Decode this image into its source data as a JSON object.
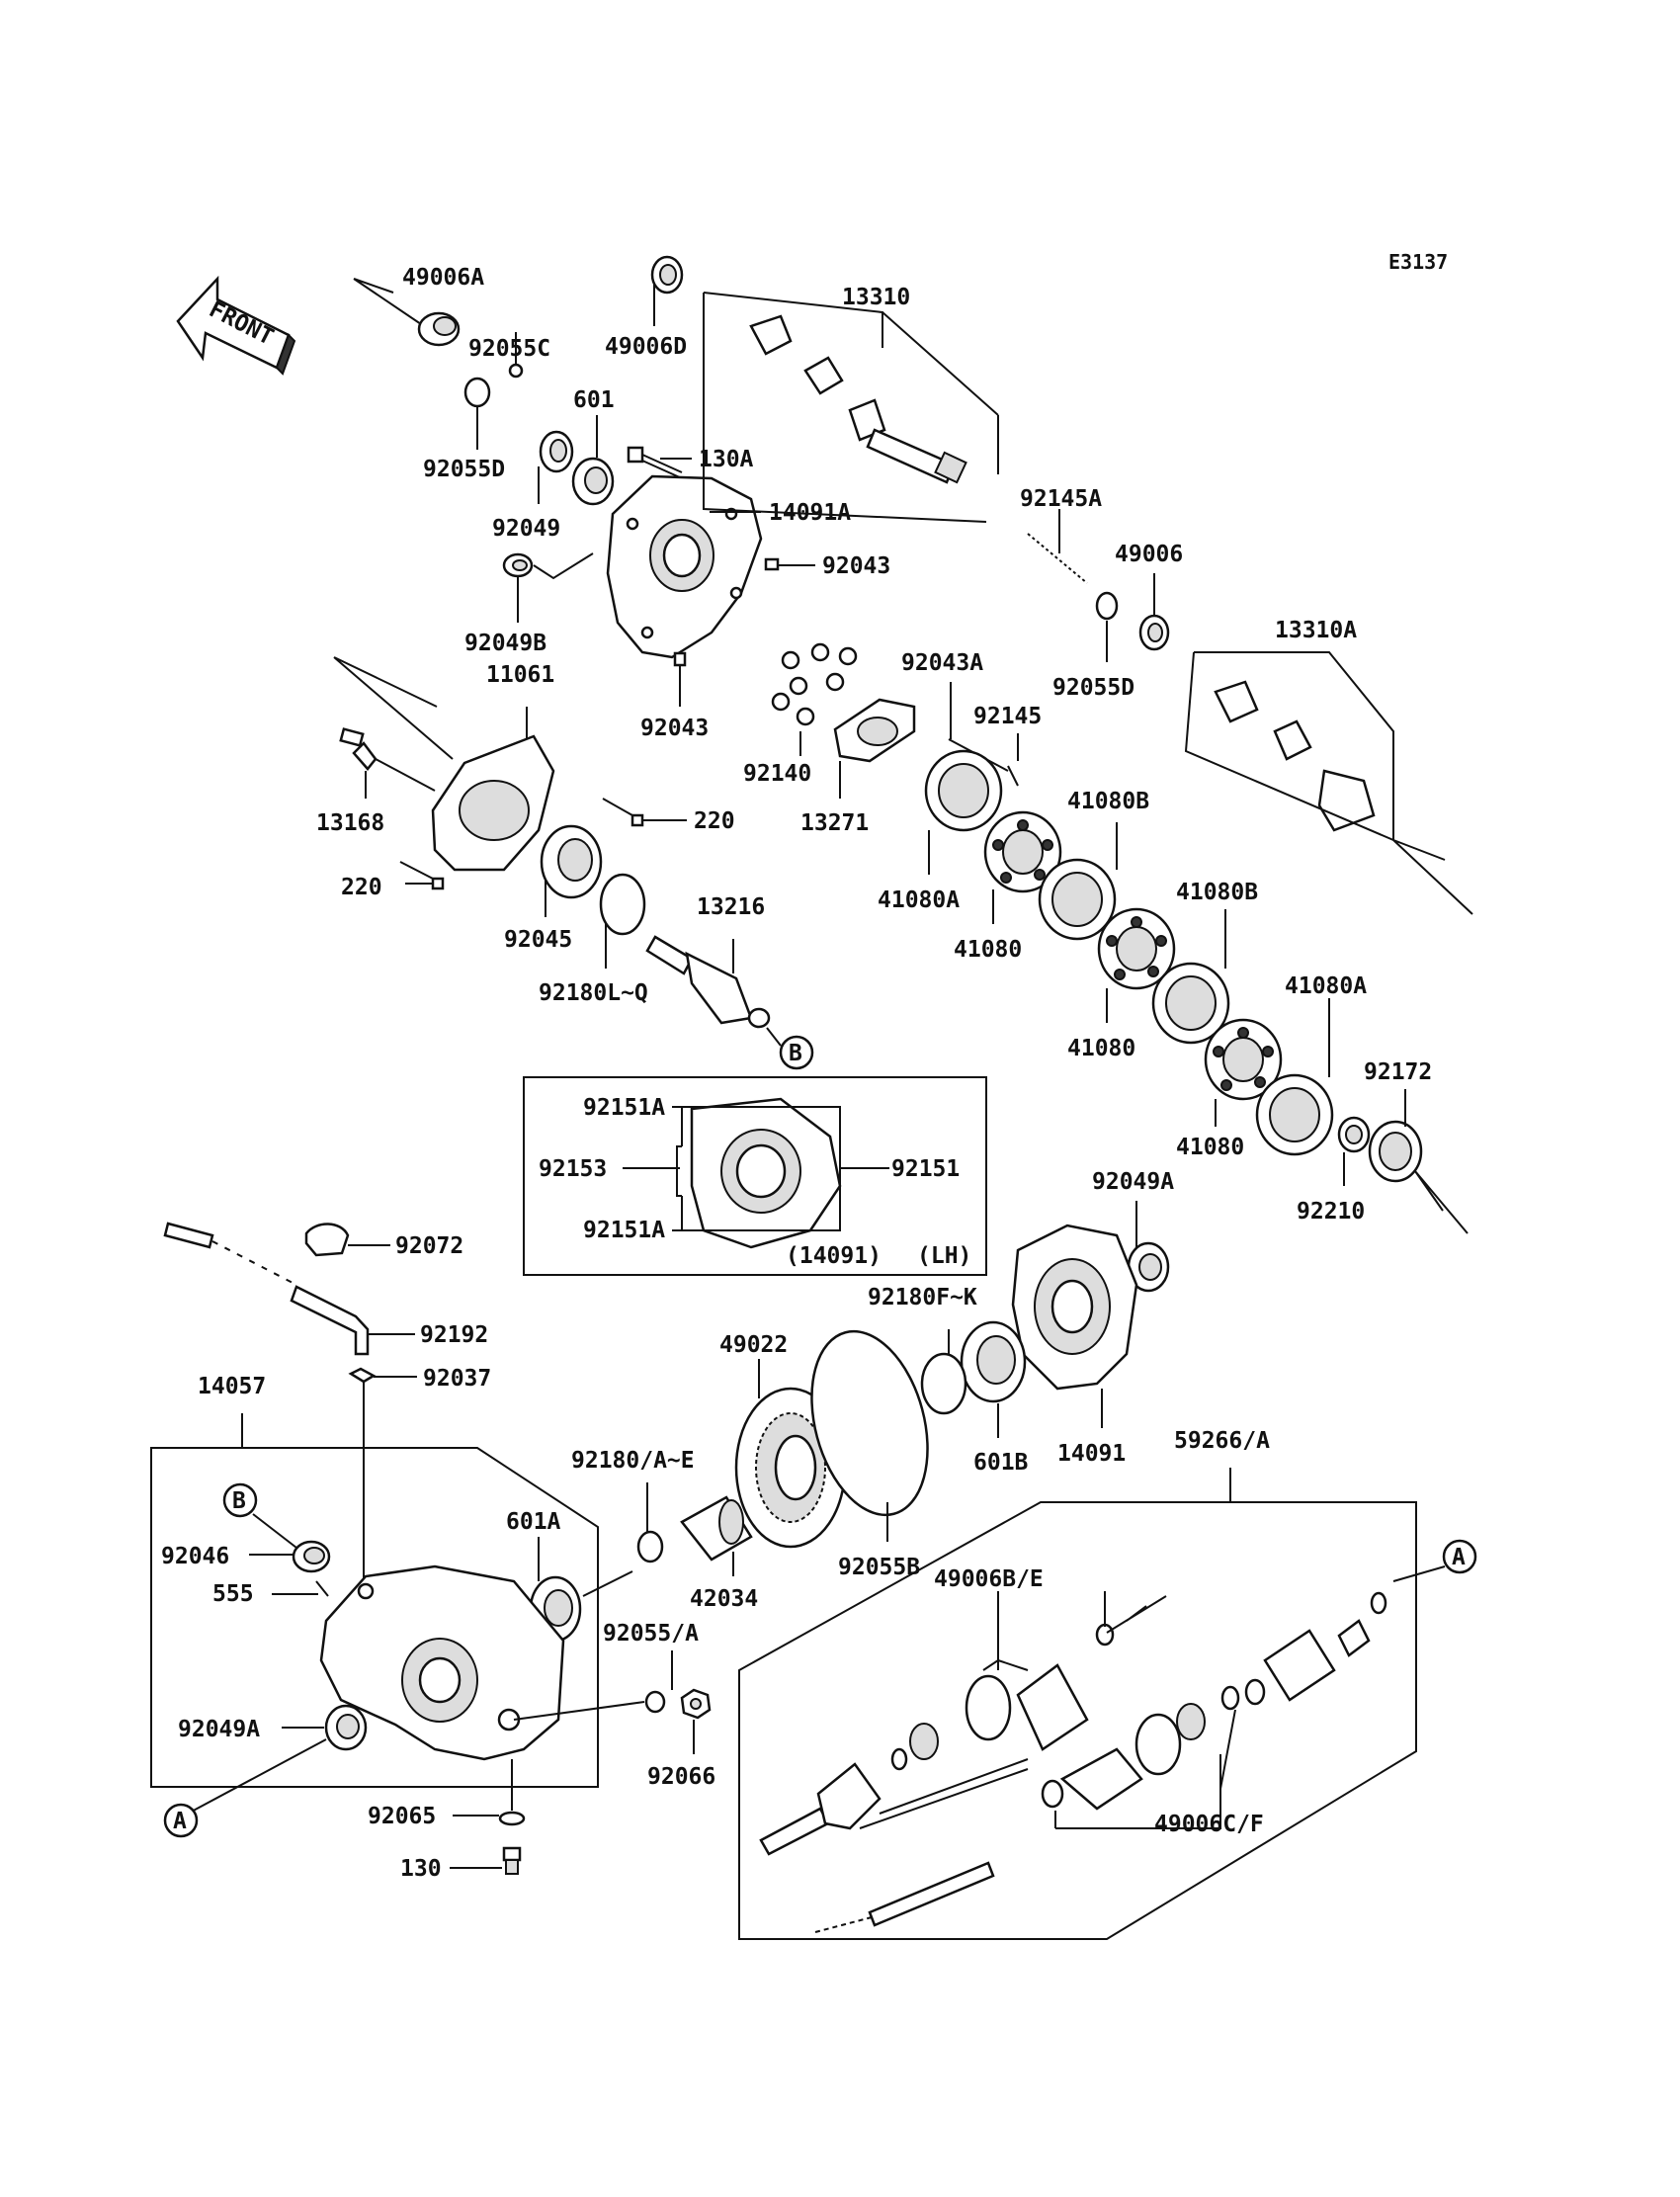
{
  "diagram_code": "E3137",
  "front_label": "FRONT",
  "inset_caption_num": "(14091)",
  "inset_caption_side": "(LH)",
  "callouts": {
    "a1": "A",
    "a2": "A",
    "b1": "B",
    "b2": "B"
  },
  "labels": {
    "p49006A": "49006A",
    "p92055C": "92055C",
    "p92055D": "92055D",
    "p601": "601",
    "p92049": "92049",
    "p130A": "130A",
    "p14091A": "14091A",
    "p92043a": "92043",
    "p92049B": "92049B",
    "p92043b": "92043",
    "p49006D": "49006D",
    "p13310": "13310",
    "p92145A": "92145A",
    "p49006": "49006",
    "p92055Dr": "92055D",
    "p13310A": "13310A",
    "p92043A": "92043A",
    "p92145": "92145",
    "p92140": "92140",
    "p13271": "13271",
    "p11061": "11061",
    "p13168": "13168",
    "p220a": "220",
    "p220b": "220",
    "p92045": "92045",
    "p92180LQ": "92180L~Q",
    "p13216": "13216",
    "p41080A1": "41080A",
    "p41080B1": "41080B",
    "p41080_1": "41080",
    "p41080B2": "41080B",
    "p41080_2": "41080",
    "p41080A2": "41080A",
    "p41080_3": "41080",
    "p92172": "92172",
    "p92210": "92210",
    "p92151A1": "92151A",
    "p92153": "92153",
    "p92151": "92151",
    "p92151A2": "92151A",
    "p92049A1": "92049A",
    "p92180FK": "92180F~K",
    "p14091": "14091",
    "p601B": "601B",
    "p92072": "92072",
    "p92192": "92192",
    "p92037": "92037",
    "p14057": "14057",
    "p49022": "49022",
    "p92180AE": "92180/A~E",
    "p601A": "601A",
    "p42034": "42034",
    "p92055B": "92055B",
    "p92046": "92046",
    "p555": "555",
    "p92049A2": "92049A",
    "p92055A": "92055/A",
    "p92066": "92066",
    "p92065": "92065",
    "p130": "130",
    "p59266A": "59266/A",
    "p49006BE": "49006B/E",
    "p49006CF": "49006C/F"
  }
}
